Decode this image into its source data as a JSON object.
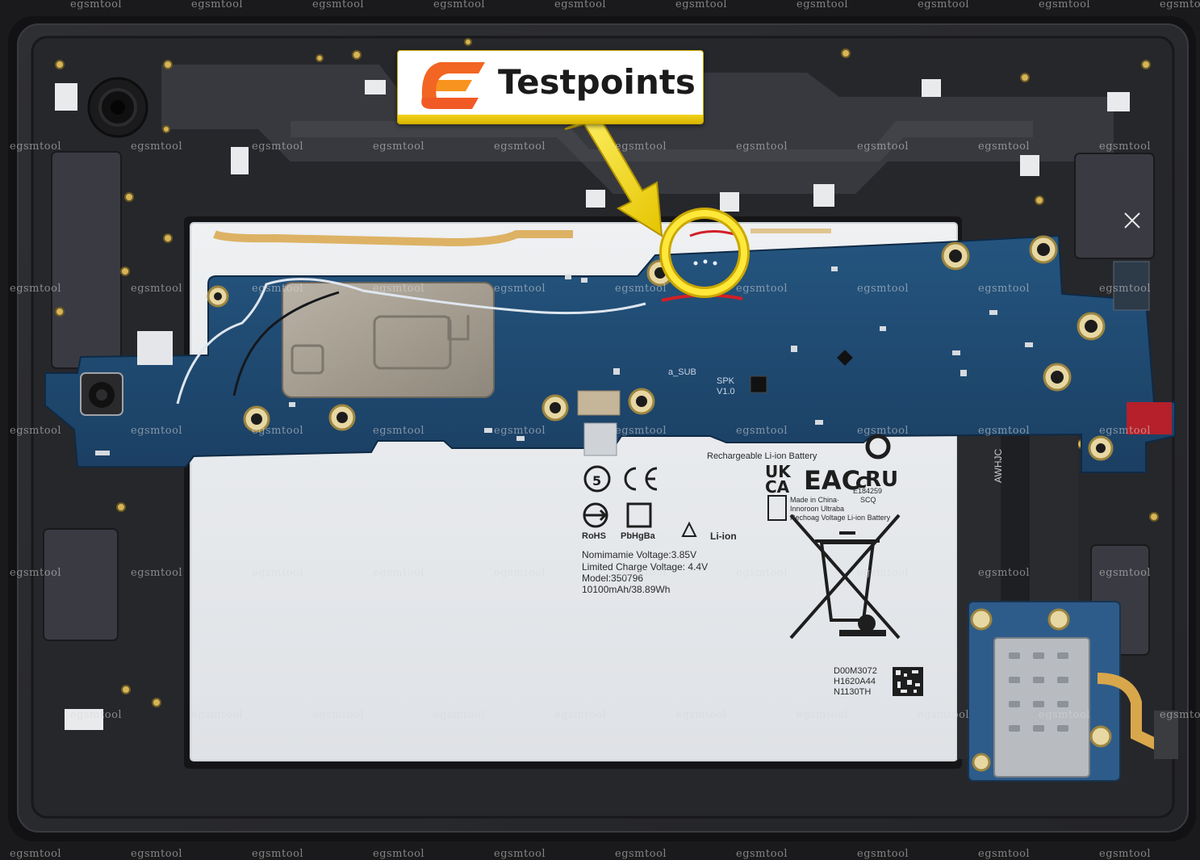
{
  "callout": {
    "label": "Testpoints",
    "brand_color": "#f26522",
    "accent_color": "#f4d000",
    "icon": "egsmtool-e-logo-icon"
  },
  "watermark": "egsmtool",
  "pcb": {
    "sub_label": "a_SUB",
    "spk_label": "SPK",
    "version_label": "V1.0",
    "board_color": "#1e4a73"
  },
  "battery": {
    "title": "Rechargeable Li-ion Battery",
    "rohs": "RoHS",
    "pbhg": "PbHgBa",
    "liion": "Li-ion",
    "nominal_voltage": "Nomimamie Voltage:3.85V",
    "charge_voltage": "Limited Charge Voltage: 4.4V",
    "model": "Model:350796",
    "capacity": "10100mAh/38.89Wh",
    "cert_id": "E184259",
    "cert_suffix": "SCQ",
    "made_in": "Made in China·",
    "made_in_sub": "Innoroon Ultraba",
    "high_voltage": "Rechoag Voltage Li-ion Battery",
    "code1": "D00M3072",
    "code2": "H1620A44",
    "code3": "N1130TH",
    "side_code": "AWHJC"
  }
}
